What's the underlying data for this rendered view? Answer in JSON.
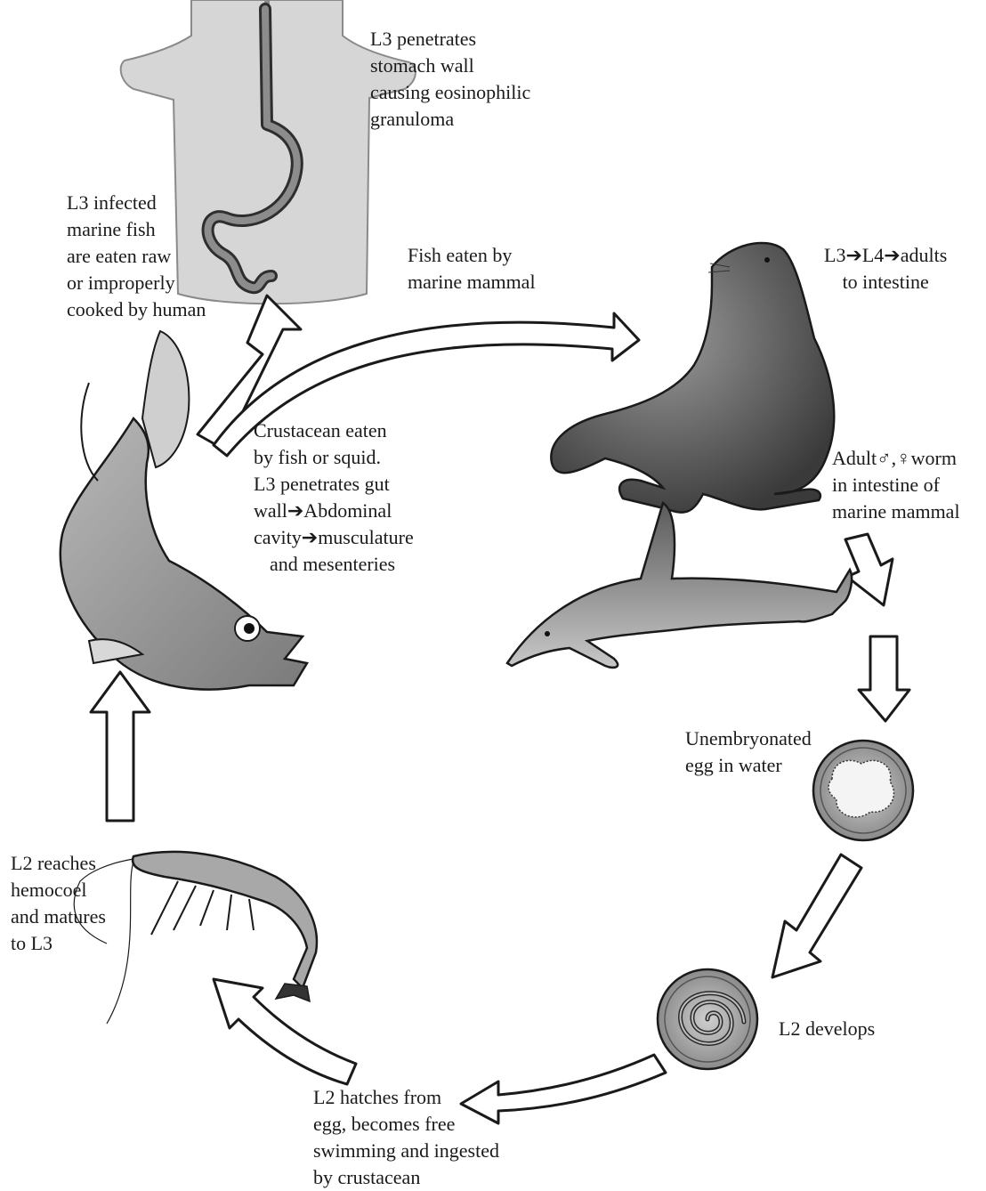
{
  "labels": {
    "stomach": [
      "L3 penetrates",
      "stomach wall",
      "causing eosinophilic",
      "granuloma"
    ],
    "human_eats": [
      "L3 infected",
      "marine fish",
      "are eaten raw",
      "or improperly",
      "cooked by human"
    ],
    "fish_eaten": [
      "Fish eaten by",
      "marine mammal"
    ],
    "intestine": [
      "L3➔L4➔adults",
      "to intestine"
    ],
    "crustacean_eaten": [
      "Crustacean eaten",
      "by fish or squid.",
      "L3 penetrates gut",
      "wall➔Abdominal",
      "cavity➔musculature",
      "and mesenteries"
    ],
    "adult_worm": [
      "Adult♂,♀worm",
      "in intestine of",
      "marine mammal"
    ],
    "unembryonated": [
      "Unembryonated",
      "egg in water"
    ],
    "l2_develops": [
      "L2 develops"
    ],
    "l2_hatches": [
      "L2 hatches from",
      "egg, becomes free",
      "swimming and ingested",
      "by crustacean"
    ],
    "l2_reaches": [
      "L2 reaches",
      "hemocoel",
      "and matures",
      "to L3"
    ]
  },
  "icons": [
    "human-torso-icon",
    "stomach-icon",
    "sea-lion-icon",
    "dolphin-icon",
    "fish-icon",
    "shrimp-icon",
    "unembryonated-egg-icon",
    "larva-egg-icon",
    "cycle-arrow-icon"
  ]
}
